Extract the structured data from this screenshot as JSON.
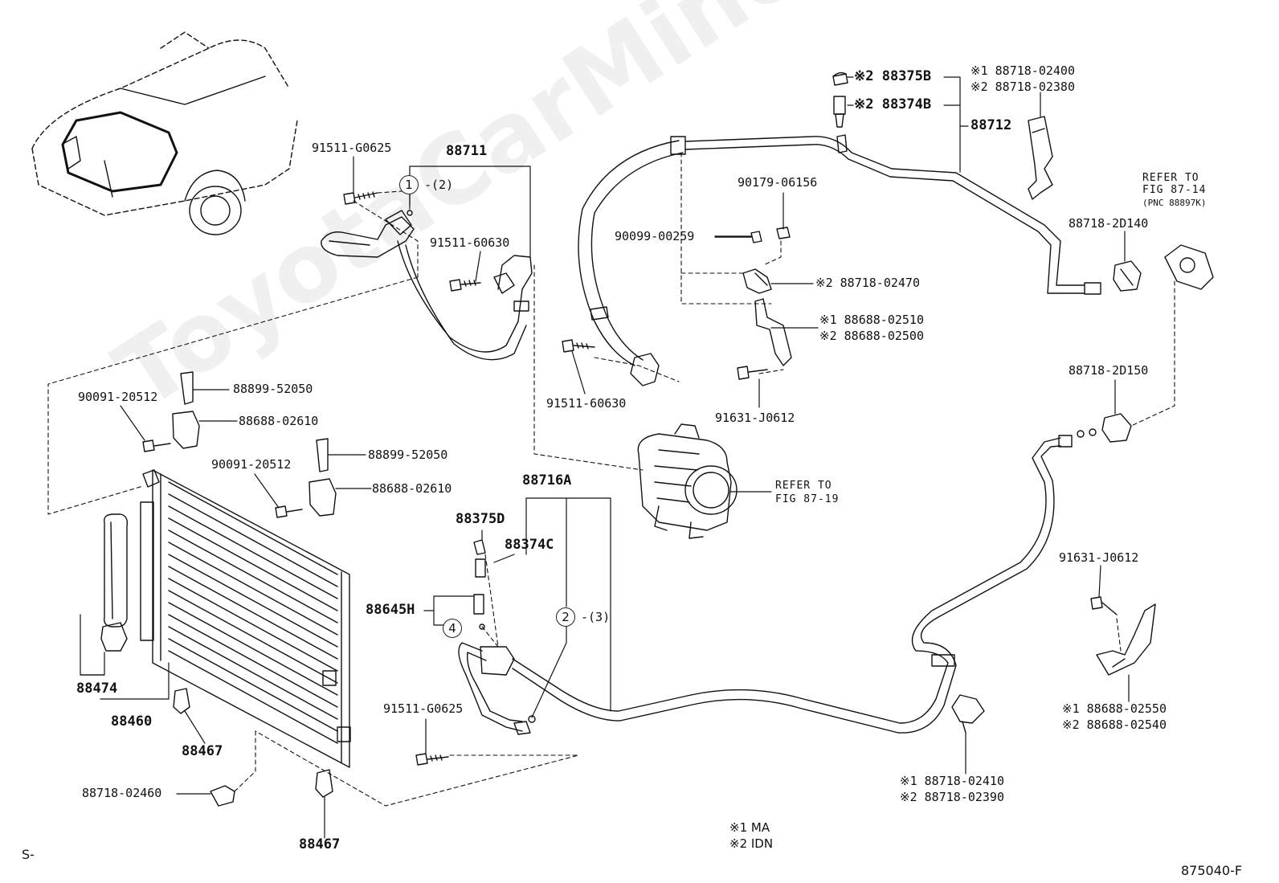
{
  "watermark": "ToyotaCarMine.ru",
  "labels": {
    "p91511_g0625_top": "91511-G0625",
    "p88711": "88711",
    "c1_note": "-(2)",
    "p91511_60630_a": "91511-60630",
    "p90179": "90179-06156",
    "p90099": "90099-00259",
    "p88718_02470": "※2 88718-02470",
    "p88375b": "※2 88375B",
    "p88374b": "※2 88374B",
    "p88712": "88712",
    "p88718_02400": "※1 88718-02400",
    "p88718_02380": "※2 88718-02380",
    "ref_87_14_a": "REFER TO",
    "ref_87_14_b": "FIG 87-14",
    "ref_87_14_c": "(PNC 88897K)",
    "p88718_2d140": "88718-2D140",
    "p88688_02510": "※1 88688-02510",
    "p88688_02500": "※2 88688-02500",
    "p91511_60630_b": "91511-60630",
    "p91631_j0612_a": "91631-J0612",
    "p88718_2d150": "88718-2D150",
    "p88899_a": "88899-52050",
    "p90091_a": "90091-20512",
    "p88688_02610_a": "88688-02610",
    "p88899_b": "88899-52050",
    "p90091_b": "90091-20512",
    "p88688_02610_b": "88688-02610",
    "ref_87_19_a": "REFER TO",
    "ref_87_19_b": "FIG 87-19",
    "p88716a": "88716A",
    "p88375d": "88375D",
    "p88374c": "88374C",
    "p88645h": "88645H",
    "c2_note": "-(3)",
    "p91631_j0612_b": "91631-J0612",
    "p88474": "88474",
    "p88460": "88460",
    "p88467_a": "88467",
    "p91511_g0625_b": "91511-G0625",
    "p88688_02550": "※1 88688-02550",
    "p88688_02540": "※2 88688-02540",
    "p88718_02410": "※1 88718-02410",
    "p88718_02390": "※2 88718-02390",
    "p88718_02460": "88718-02460",
    "p88467_b": "88467",
    "legend_ma": "※1 MA",
    "legend_idn": "※2 IDN",
    "corner_s": "S-",
    "fig_code": "875040-F"
  },
  "callouts": {
    "c1": "1",
    "c2": "2",
    "c4": "4"
  }
}
